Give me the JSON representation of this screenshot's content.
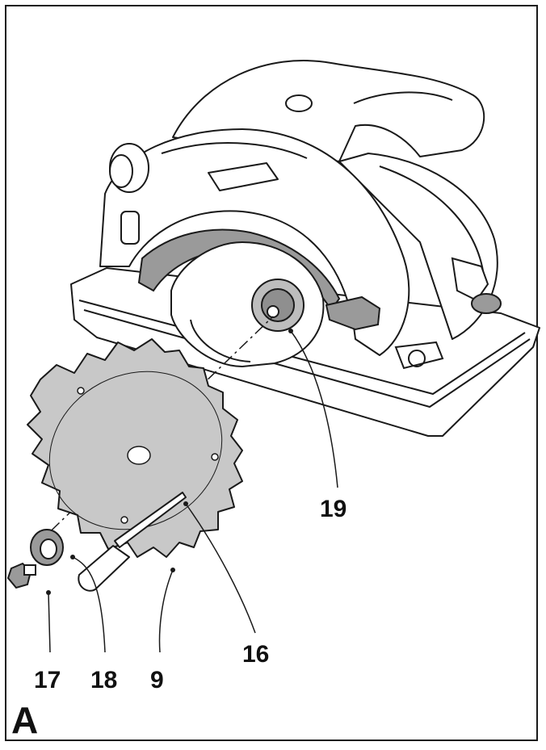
{
  "figure": {
    "label": "A",
    "callouts": [
      {
        "id": "c19",
        "text": "19"
      },
      {
        "id": "c16",
        "text": "16"
      },
      {
        "id": "c17",
        "text": "17"
      },
      {
        "id": "c18",
        "text": "18"
      },
      {
        "id": "c9",
        "text": "9"
      }
    ]
  },
  "colors": {
    "line": "#1a1a1a",
    "part_fill": "#ffffff",
    "blade_fill": "#c8c8c8",
    "guard_fill": "#9a9a9a"
  }
}
